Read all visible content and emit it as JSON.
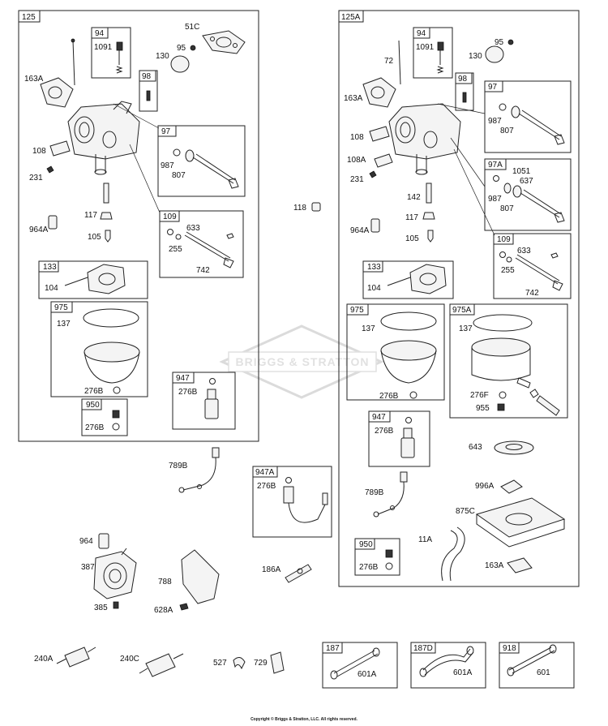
{
  "watermark": "BRIGGS & STRATTON",
  "copyright": "Copyright © Briggs & Stratton, LLC. All rights reserved.",
  "labels": {
    "l125": "125",
    "l51C": "51C",
    "l94a": "94",
    "l1091a": "1091",
    "l95a": "95",
    "l130a": "130",
    "l163Aa": "163A",
    "l98a": "98",
    "l97a": "97",
    "l987a": "987",
    "l807a": "807",
    "l108a": "108",
    "l231a": "231",
    "l117a": "117",
    "l964Aa": "964A",
    "l105a": "105",
    "l109a": "109",
    "l633a": "633",
    "l255a": "255",
    "l742a": "742",
    "l133a": "133",
    "l104a": "104",
    "l975a": "975",
    "l137a": "137",
    "l276Ba": "276B",
    "l947a": "947",
    "l276Bb": "276B",
    "l950a": "950",
    "l276Bc": "276B",
    "l118": "118",
    "l125A": "125A",
    "l94b": "94",
    "l1091b": "1091",
    "l72": "72",
    "l95b": "95",
    "l130b": "130",
    "l163Ab": "163A",
    "l98b": "98",
    "l97b": "97",
    "l987b": "987",
    "l807b": "807",
    "l108b": "108",
    "l108A": "108A",
    "l231b": "231",
    "l97A": "97A",
    "l1051": "1051",
    "l637": "637",
    "l987c": "987",
    "l807c": "807",
    "l142": "142",
    "l117b": "117",
    "l964Ab": "964A",
    "l105b": "105",
    "l109b": "109",
    "l633b": "633",
    "l255b": "255",
    "l742b": "742",
    "l133b": "133",
    "l104b": "104",
    "l975b": "975",
    "l137b": "137",
    "l276Bd": "276B",
    "l975A": "975A",
    "l137c": "137",
    "l276F": "276F",
    "l955": "955",
    "l947b": "947",
    "l276Be": "276B",
    "l643": "643",
    "l789Bb": "789B",
    "l996A": "996A",
    "l875C": "875C",
    "l11A": "11A",
    "l950b": "950",
    "l276Bf": "276B",
    "l163Ac": "163A",
    "l789Ba": "789B",
    "l947A": "947A",
    "l276Bg": "276B",
    "l964": "964",
    "l387": "387",
    "l385": "385",
    "l788": "788",
    "l628A": "628A",
    "l186A": "186A",
    "l240A": "240A",
    "l240C": "240C",
    "l527": "527",
    "l729": "729",
    "l187": "187",
    "l601Aa": "601A",
    "l187D": "187D",
    "l601Ab": "601A",
    "l918": "918",
    "l601": "601"
  }
}
